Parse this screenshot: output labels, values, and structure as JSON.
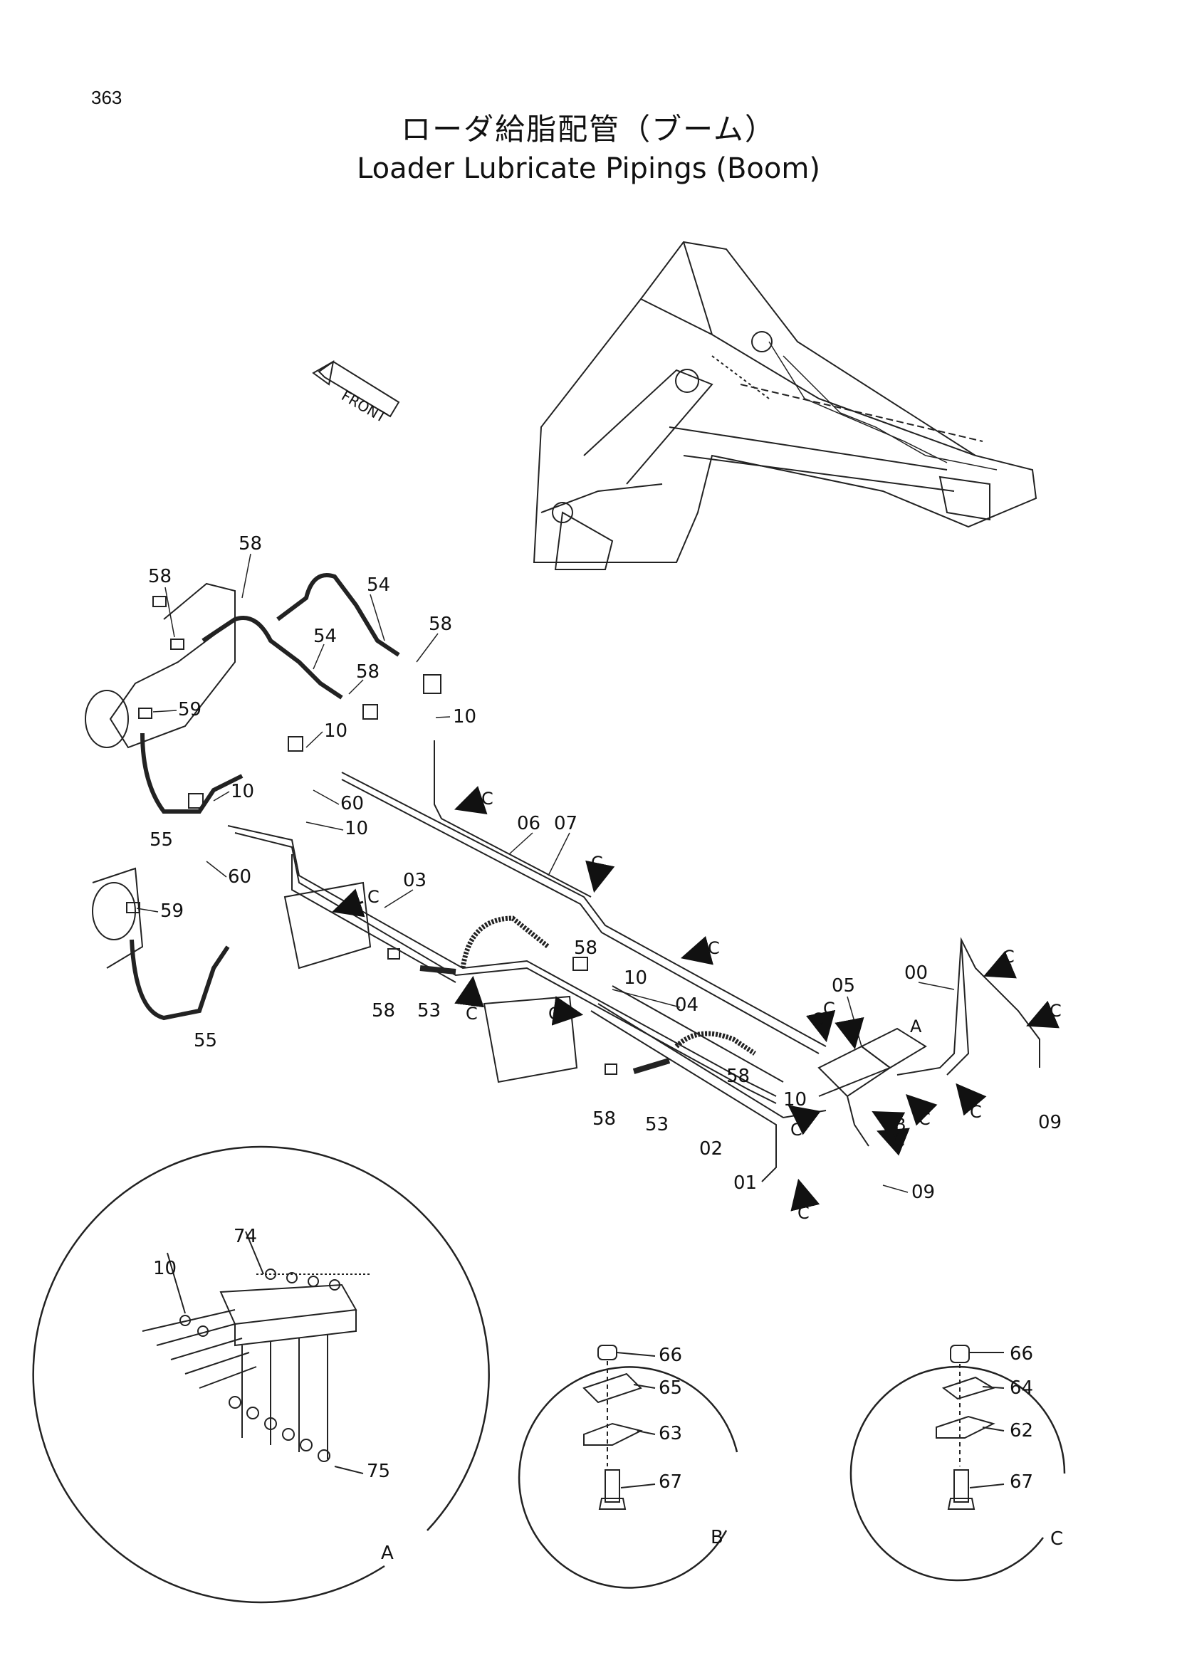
{
  "page": {
    "number": "363"
  },
  "title": {
    "japanese": "ローダ給脂配管（ブーム）",
    "english": "Loader Lubricate Pipings (Boom)"
  },
  "front_arrow": {
    "label": "FRONT"
  },
  "part_labels": {
    "p58a": "58",
    "p58b": "58",
    "p54a": "54",
    "p54b": "54",
    "p58c": "58",
    "p58d": "58",
    "p59a": "59",
    "p10a": "10",
    "p10b": "10",
    "p10c": "10",
    "p10d": "10",
    "p60a": "60",
    "p60b": "60",
    "p55a": "55",
    "p55b": "55",
    "p59b": "59",
    "p06": "06",
    "p07": "07",
    "p03": "03",
    "p58e": "58",
    "p53a": "53",
    "p58f": "58",
    "p10e": "10",
    "p04": "04",
    "p05": "05",
    "p00": "00",
    "p58g": "58",
    "p10f": "10",
    "p58h": "58",
    "p53b": "53",
    "p02": "02",
    "p01": "01",
    "p09a": "09",
    "p09b": "09"
  },
  "clamp_labels": {
    "c1": "C",
    "c2": "C",
    "c3": "C",
    "c4": "C",
    "c5": "C",
    "c6": "C",
    "c7": "C",
    "c8": "C",
    "c9": "C",
    "c10": "C",
    "c11": "C",
    "c12": "C",
    "c13": "C",
    "c14": "C",
    "c15": "C",
    "a_ref": "A",
    "b_ref": "B"
  },
  "detail_a": {
    "name": "A",
    "labels": {
      "l74": "74",
      "l10": "10",
      "l75": "75"
    }
  },
  "detail_b": {
    "name": "B",
    "labels": {
      "l66": "66",
      "l65": "65",
      "l63": "63",
      "l67": "67"
    }
  },
  "detail_c": {
    "name": "C",
    "labels": {
      "l66": "66",
      "l64": "64",
      "l62": "62",
      "l67": "67"
    }
  }
}
